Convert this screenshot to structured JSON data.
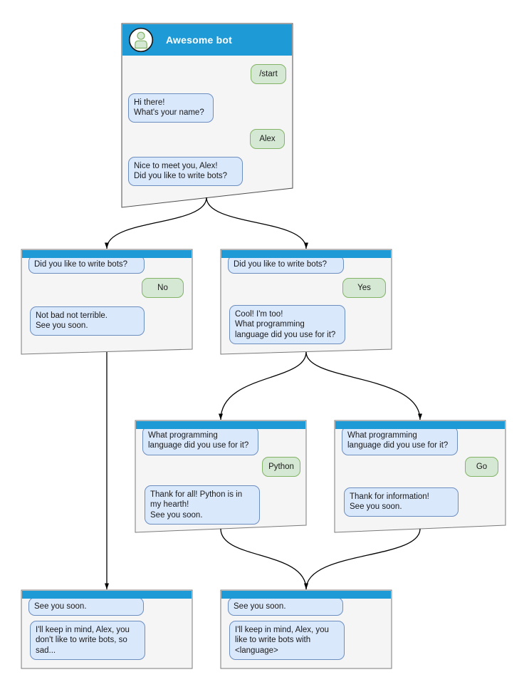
{
  "diagram": {
    "type": "chatbot-conversation-flowchart",
    "bot": {
      "name": "Awesome bot",
      "avatar_icon": "person-icon"
    },
    "colors": {
      "header_blue": "#1E9BD7",
      "header_text": "#FFFFFF",
      "bot_bubble_fill": "#DAE8FC",
      "bot_bubble_border": "#6C8EBF",
      "user_bubble_fill": "#D5E8D4",
      "user_bubble_border": "#82B366",
      "window_fill": "#F5F5F5",
      "window_border": "#7A7A7A",
      "arrow_color": "#000000"
    },
    "windows": [
      {
        "id": "main-chat",
        "title": "Awesome bot",
        "messages": [
          {
            "from": "user",
            "text": "/start"
          },
          {
            "from": "bot",
            "text": "Hi there!\nWhat's your name?"
          },
          {
            "from": "user",
            "text": "Alex"
          },
          {
            "from": "bot",
            "text": "Nice to meet you, Alex!\nDid you like to write bots?"
          }
        ]
      },
      {
        "id": "branch-no",
        "messages": [
          {
            "from": "bot",
            "text": "Did you like to write bots?"
          },
          {
            "from": "user",
            "text": "No"
          },
          {
            "from": "bot",
            "text": "Not bad not terrible.\nSee you soon."
          }
        ]
      },
      {
        "id": "branch-yes",
        "messages": [
          {
            "from": "bot",
            "text": "Did you like to write bots?"
          },
          {
            "from": "user",
            "text": "Yes"
          },
          {
            "from": "bot",
            "text": "Cool! I'm too!\nWhat programming\nlanguage did you use for it?"
          }
        ]
      },
      {
        "id": "branch-python",
        "messages": [
          {
            "from": "bot",
            "text": "What programming\nlanguage did you use for it?"
          },
          {
            "from": "user",
            "text": "Python"
          },
          {
            "from": "bot",
            "text": "Thank for all! Python is in\nmy hearth!\nSee you soon."
          }
        ]
      },
      {
        "id": "branch-go",
        "messages": [
          {
            "from": "bot",
            "text": "What programming\nlanguage did you use for it?"
          },
          {
            "from": "user",
            "text": "Go"
          },
          {
            "from": "bot",
            "text": "Thank for information!\nSee you soon."
          }
        ]
      },
      {
        "id": "end-no",
        "messages": [
          {
            "from": "bot",
            "text": "See you soon."
          },
          {
            "from": "bot",
            "text": "I'll keep in mind, Alex, you\ndon't like to write bots, so\nsad..."
          }
        ]
      },
      {
        "id": "end-yes",
        "messages": [
          {
            "from": "bot",
            "text": "See you soon."
          },
          {
            "from": "bot",
            "text": "I'll keep in mind, Alex, you\nlike to write bots with\n<language>"
          }
        ]
      }
    ],
    "connections": [
      {
        "from": "main-chat",
        "to": "branch-no"
      },
      {
        "from": "main-chat",
        "to": "branch-yes"
      },
      {
        "from": "branch-no",
        "to": "end-no"
      },
      {
        "from": "branch-yes",
        "to": "branch-python"
      },
      {
        "from": "branch-yes",
        "to": "branch-go"
      },
      {
        "from": "branch-python",
        "to": "end-yes"
      },
      {
        "from": "branch-go",
        "to": "end-yes"
      }
    ]
  }
}
